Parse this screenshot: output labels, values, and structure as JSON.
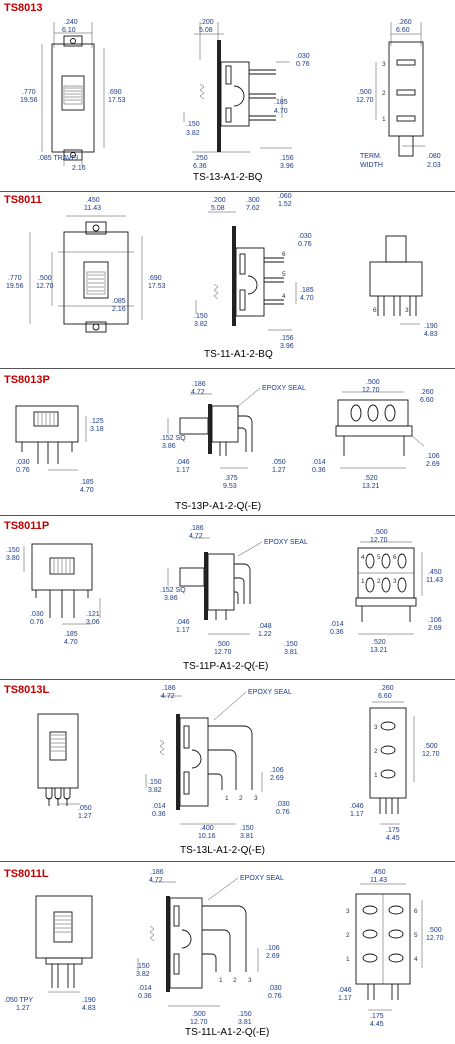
{
  "sections": [
    {
      "id": "ts8013",
      "title": "TS8013",
      "caption": "TS-13-A1-2-BQ",
      "dims": {
        "d240": ".240",
        "d610": "6.10",
        "d770": ".770",
        "d1956": "19.56",
        "d690": ".690",
        "d1753": "17.53",
        "d085": ".085 TRAVEL",
        "d216": "2.16",
        "d200": ".200",
        "d508": "5.08",
        "d030": ".030",
        "d076": "0.76",
        "d185": ".185",
        "d470": "4.70",
        "d150": ".150",
        "d382": "3.82",
        "d250": ".250",
        "d636": "6.36",
        "d156": ".156",
        "d396": "3.96",
        "d260": ".260",
        "d660": "6.60",
        "d500": ".500",
        "d1270": "12.70",
        "term": "TERM.",
        "width": "WIDTH",
        "d080": ".080",
        "d203": "2.03",
        "p1": "1",
        "p2": "2",
        "p3": "3"
      }
    },
    {
      "id": "ts8011",
      "title": "TS8011",
      "caption": "TS-11-A1-2-BQ",
      "dims": {
        "d450": ".450",
        "d1143": "11.43",
        "d770": ".770",
        "d1956": "19.56",
        "d500": ".500",
        "d1270": "12.70",
        "d690": ".690",
        "d1753": "17.53",
        "d085": ".085",
        "d216": "2.16",
        "d200": ".200",
        "d508": "5.08",
        "d300": ".300",
        "d762": "7.62",
        "d060": ".060",
        "d152": "1.52",
        "d030": ".030",
        "d076": "0.76",
        "d185": ".185",
        "d470": "4.70",
        "d150": ".150",
        "d382": "3.82",
        "d156": ".156",
        "d396": "3.96",
        "d190": ".190",
        "d483": "4.83",
        "p6": "6",
        "p5": "5",
        "p4": "4",
        "q6": "6",
        "q3": "3"
      }
    },
    {
      "id": "ts8013p",
      "title": "TS8013P",
      "caption": "TS-13P-A1-2-Q(-E)",
      "dims": {
        "d125": ".125",
        "d318": "3.18",
        "d030": ".030",
        "d076": "0.76",
        "d185": ".185",
        "d470": "4.70",
        "d186": ".186",
        "d472": "4.72",
        "epoxy": "EPOXY SEAL",
        "d152sq": ".152 SQ",
        "d386": "3.86",
        "d046": ".046",
        "d117": "1.17",
        "d375": ".375",
        "d953": "9.53",
        "d050": ".050",
        "d127": "1.27",
        "d500": ".500",
        "d1270": "12.70",
        "d260": ".260",
        "d660": "6.60",
        "d014": ".014",
        "d036": "0.36",
        "d520": ".520",
        "d1321": "13.21",
        "d106": ".106",
        "d269": "2.69"
      }
    },
    {
      "id": "ts8011p",
      "title": "TS8011P",
      "caption": "TS-11P-A1-2-Q(-E)",
      "dims": {
        "d150": ".150",
        "d380": "3.80",
        "d030": ".030",
        "d076": "0.76",
        "d121": ".121",
        "d306": "3.06",
        "d185": ".185",
        "d470": "4.70",
        "d186": ".186",
        "d472": "4.72",
        "epoxy": "EPOXY SEAL",
        "d152sq": ".152 SQ",
        "d386": "3.86",
        "d046": ".046",
        "d117": "1.17",
        "d500": ".500",
        "d1270": "12.70",
        "d048": ".048",
        "d122": "1.22",
        "d150b": ".150",
        "d381": "3.81",
        "d500b": ".500",
        "d1270b": "12.70",
        "d450": ".450",
        "d1143": "11.43",
        "d014": ".014",
        "d036": "0.36",
        "d520": ".520",
        "d1321": "13.21",
        "d106": ".106",
        "d269": "2.69",
        "p1": "1",
        "p2": "2",
        "p3": "3",
        "p4": "4",
        "p5": "5",
        "p6": "6"
      }
    },
    {
      "id": "ts8013l",
      "title": "TS8013L",
      "caption": "TS-13L-A1-2-Q(-E)",
      "dims": {
        "d186": ".186",
        "d472": "4.72",
        "epoxy": "EPOXY SEAL",
        "d106": ".106",
        "d269": "2.69",
        "d150": ".150",
        "d382": "3.82",
        "d014": ".014",
        "d036": "0.36",
        "d400": ".400",
        "d1016": "10.16",
        "d150b": ".150",
        "d381": "3.81",
        "d030": ".030",
        "d076": "0.76",
        "d050": ".050",
        "d127": "1.27",
        "d260": ".260",
        "d660": "6.60",
        "d500": ".500",
        "d1270": "12.70",
        "d046": ".046",
        "d117": "1.17",
        "d175": ".175",
        "d445": "4.45",
        "p1": "1",
        "p2": "2",
        "p3": "3",
        "q1": "1",
        "q2": "2",
        "q3": "3"
      }
    },
    {
      "id": "ts8011l",
      "title": "TS8011L",
      "caption": "TS-11L-A1-2-Q(-E)",
      "dims": {
        "d186": ".186",
        "d472": "4.72",
        "epoxy": "EPOXY SEAL",
        "d106": ".106",
        "d269": "2.69",
        "d150": ".150",
        "d382": "3.82",
        "d014": ".014",
        "d036": "0.36",
        "d500": ".500",
        "d1270": "12.70",
        "d150b": ".150",
        "d381": "3.81",
        "d030": ".030",
        "d076": "0.76",
        "d050tpy": ".050 TPY",
        "d127": "1.27",
        "d190": ".190",
        "d483": "4.83",
        "d450": ".450",
        "d1143": "11.43",
        "d500b": ".500",
        "d1270b": "12.70",
        "d046": ".046",
        "d117": "1.17",
        "d175": ".175",
        "d445": "4.45",
        "p1": "1",
        "p2": "2",
        "p3": "3",
        "q3": "3",
        "q2": "2",
        "q1": "1",
        "r6": "6",
        "r5": "5",
        "r4": "4"
      }
    }
  ]
}
